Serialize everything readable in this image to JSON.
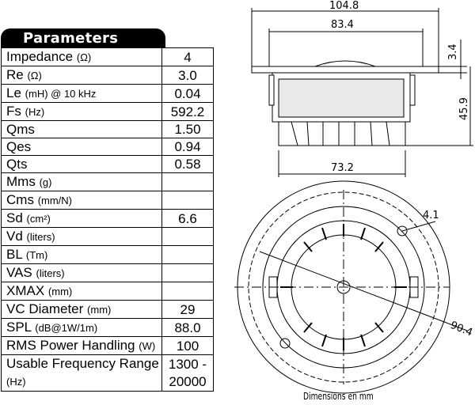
{
  "table": {
    "title": "Parameters",
    "rows": [
      {
        "label": "Impedance",
        "unit": "(Ω)",
        "value": "4"
      },
      {
        "label": "Re",
        "unit": "(Ω)",
        "value": "3.0"
      },
      {
        "label": "Le",
        "unit": "(mH) @ 10 kHz",
        "value": "0.04"
      },
      {
        "label": "Fs",
        "unit": "(Hz)",
        "value": "592.2"
      },
      {
        "label": "Qms",
        "unit": "",
        "value": "1.50"
      },
      {
        "label": "Qes",
        "unit": "",
        "value": "0.94"
      },
      {
        "label": "Qts",
        "unit": "",
        "value": "0.58"
      },
      {
        "label": "Mms",
        "unit": "(g)",
        "value": ""
      },
      {
        "label": "Cms",
        "unit": "(mm/N)",
        "value": ""
      },
      {
        "label": "Sd",
        "unit": "(cm²)",
        "value": "6.6"
      },
      {
        "label": "Vd",
        "unit": "(liters)",
        "value": ""
      },
      {
        "label": "BL",
        "unit": "(Tm)",
        "value": ""
      },
      {
        "label": "VAS",
        "unit": "(liters)",
        "value": ""
      },
      {
        "label": "XMAX",
        "unit": "(mm)",
        "value": ""
      },
      {
        "label": "VC Diameter",
        "unit": "(mm)",
        "value": "29"
      },
      {
        "label": "SPL",
        "unit": "(dB@1W/1m)",
        "value": "88.0"
      },
      {
        "label": "RMS Power Handling",
        "unit": "(W)",
        "value": "100"
      },
      {
        "label": "Usable Frequency Range",
        "unit": "(Hz)",
        "value": "1300 - 20000"
      }
    ]
  },
  "drawing": {
    "dim_overall_width": "104.8",
    "dim_flange_width": "83.4",
    "dim_flange_thickness": "3.4",
    "dim_depth": "45.9",
    "dim_body_diameter": "73.2",
    "dim_hole": "4.1",
    "dim_bolt_circle": "90.4",
    "caption": "Dimensions en mm"
  }
}
